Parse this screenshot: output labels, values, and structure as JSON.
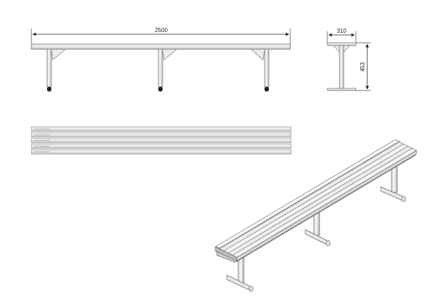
{
  "drawing": {
    "front_view": {
      "length_label": "2500"
    },
    "side_view": {
      "depth_label": "310",
      "height_label": "453"
    }
  },
  "colors": {
    "outline": "#555555",
    "metal_light": "#f4f4f4",
    "metal_mid": "#dcdcdc",
    "metal_dark": "#9a9a9a",
    "foot": "#222222"
  }
}
